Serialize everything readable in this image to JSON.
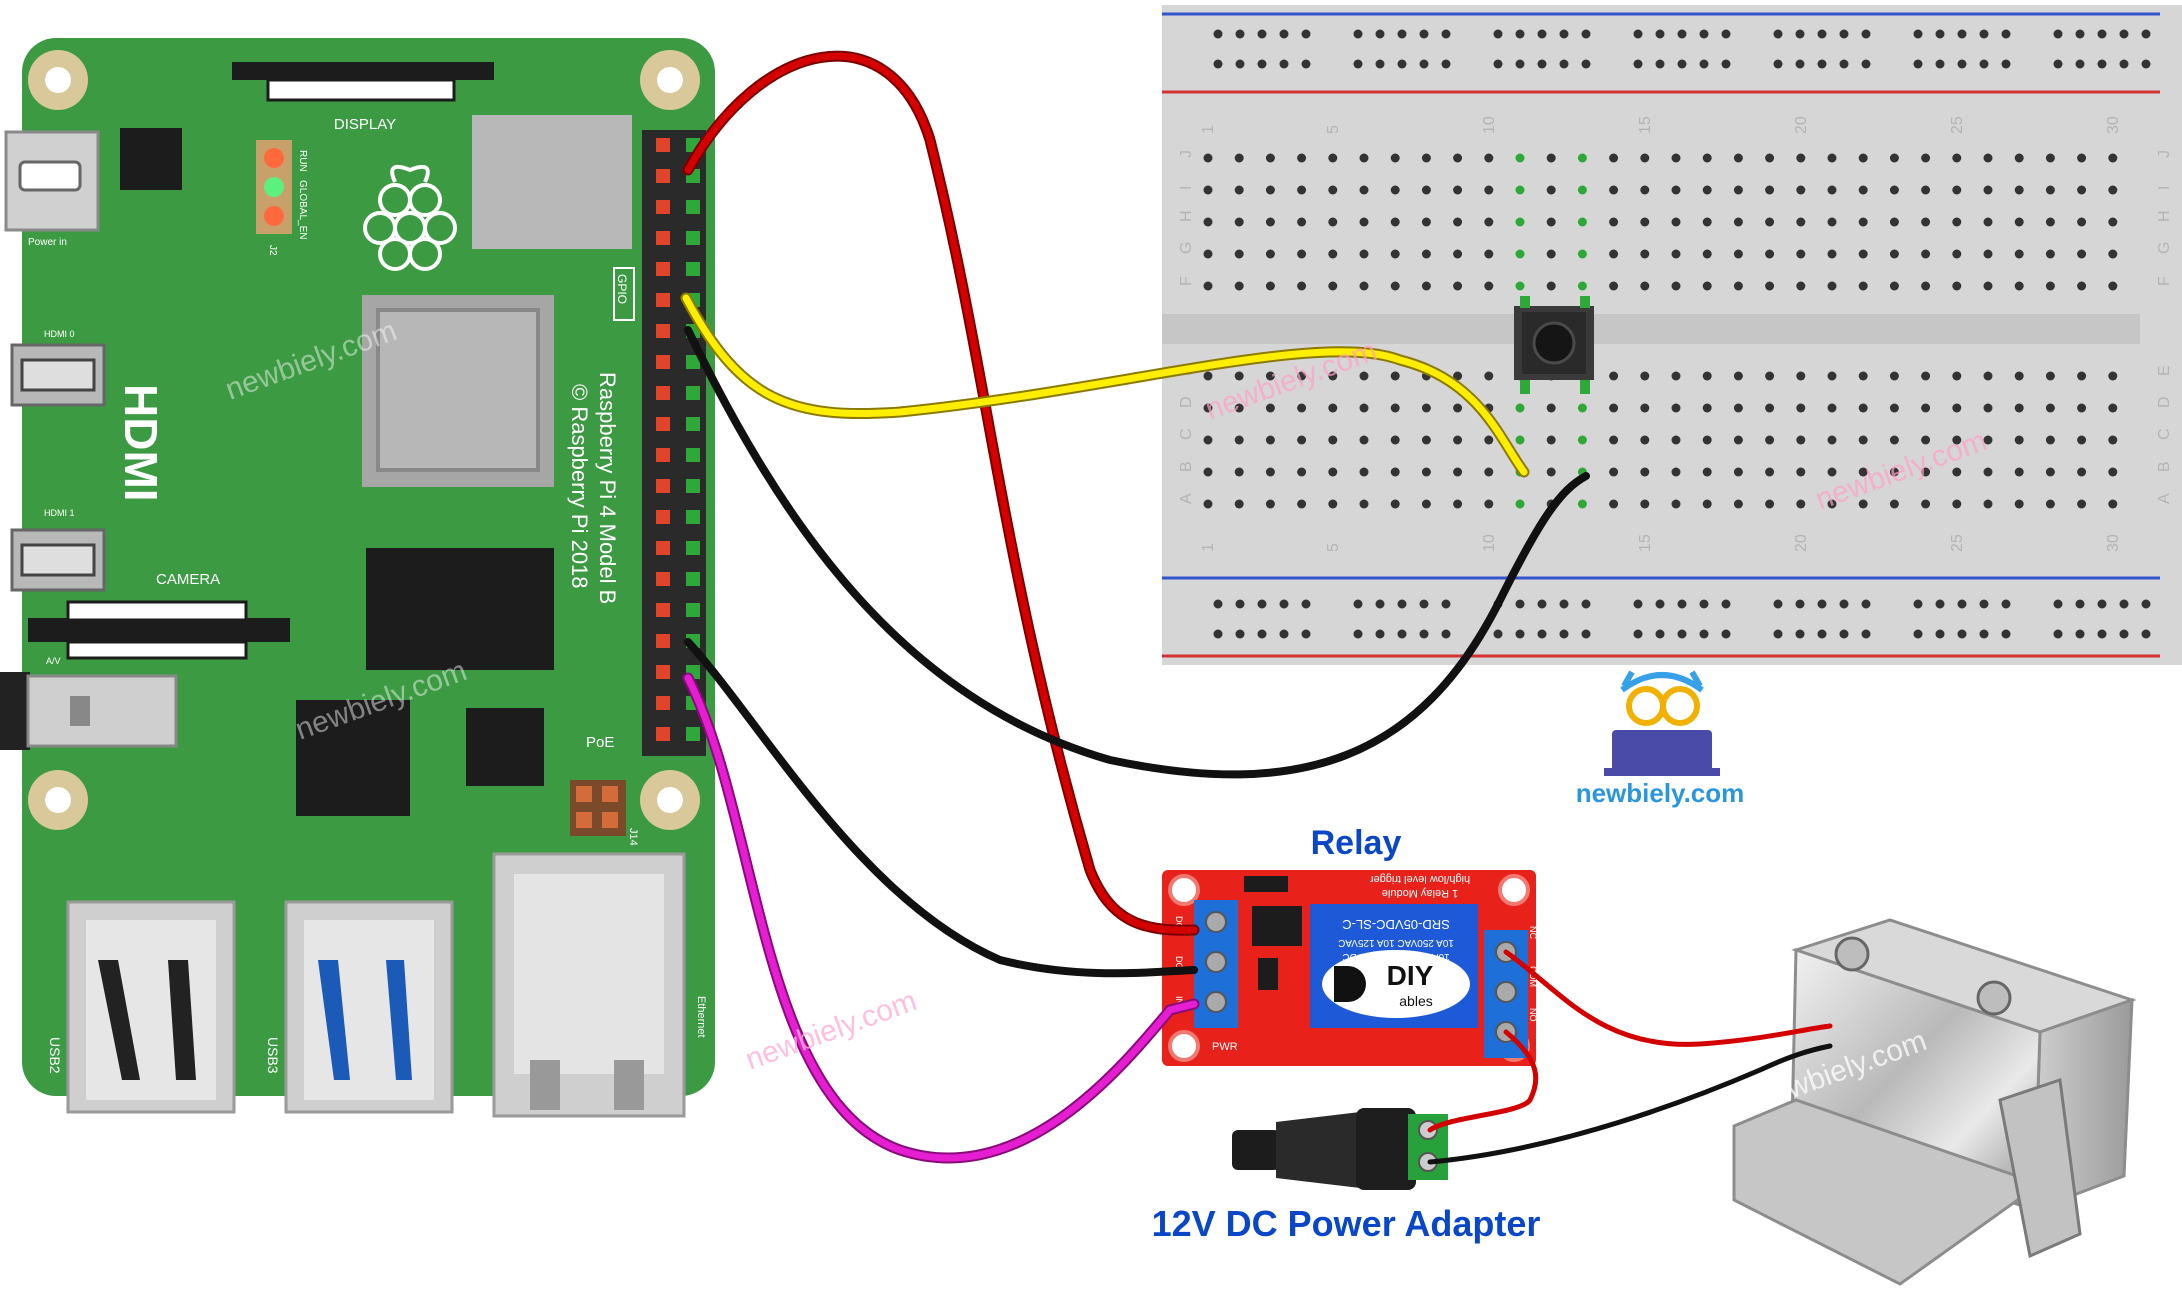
{
  "pi": {
    "display": "DISPLAY",
    "run": "RUN",
    "global_en": "GLOBAL_EN",
    "j2": "J2",
    "power_in": "Power in",
    "hdmi0": "HDMI 0",
    "hdmi": "HDMI",
    "hdmi1": "HDMI 1",
    "camera": "CAMERA",
    "av": "A/V",
    "gpio": "GPIO",
    "model": "Raspberry Pi 4 Model B",
    "copyright": "© Raspberry Pi 2018",
    "poe": "PoE",
    "j14": "J14",
    "usb2": "USB2",
    "usb3": "USB3",
    "ethernet": "Ethernet"
  },
  "breadboard": {
    "col_numbers": [
      "1",
      "5",
      "10",
      "15",
      "20",
      "25",
      "30"
    ],
    "rows_top": [
      "J",
      "I",
      "H",
      "G",
      "F"
    ],
    "rows_bottom": [
      "E",
      "D",
      "C",
      "B",
      "A"
    ]
  },
  "relay": {
    "title": "Relay",
    "module_text": "1 Relay Module",
    "trigger_text": "high/low level trigger",
    "relay_part": "SRD-05VDC-SL-C",
    "spec1": "10A 250VAC 10A 125VAC",
    "spec2": "10A 30VDC 10A 28VDC",
    "brand_top": "DIY",
    "brand_bottom": "ables",
    "pins_left": [
      "DC+",
      "DC-",
      "IN"
    ],
    "pins_right": [
      "NC",
      "COM",
      "NO"
    ],
    "pwr": "PWR"
  },
  "adapter": {
    "label": "12V DC Power Adapter"
  },
  "brand": {
    "name": "newbiely.com"
  },
  "watermark": "newbiely.com",
  "colors": {
    "board_green": "#3c9a43",
    "wire_red": "#d40000",
    "wire_yellow": "#ffee00",
    "wire_black": "#111111",
    "wire_magenta": "#e61ed2",
    "label_blue": "#0a46c8"
  }
}
